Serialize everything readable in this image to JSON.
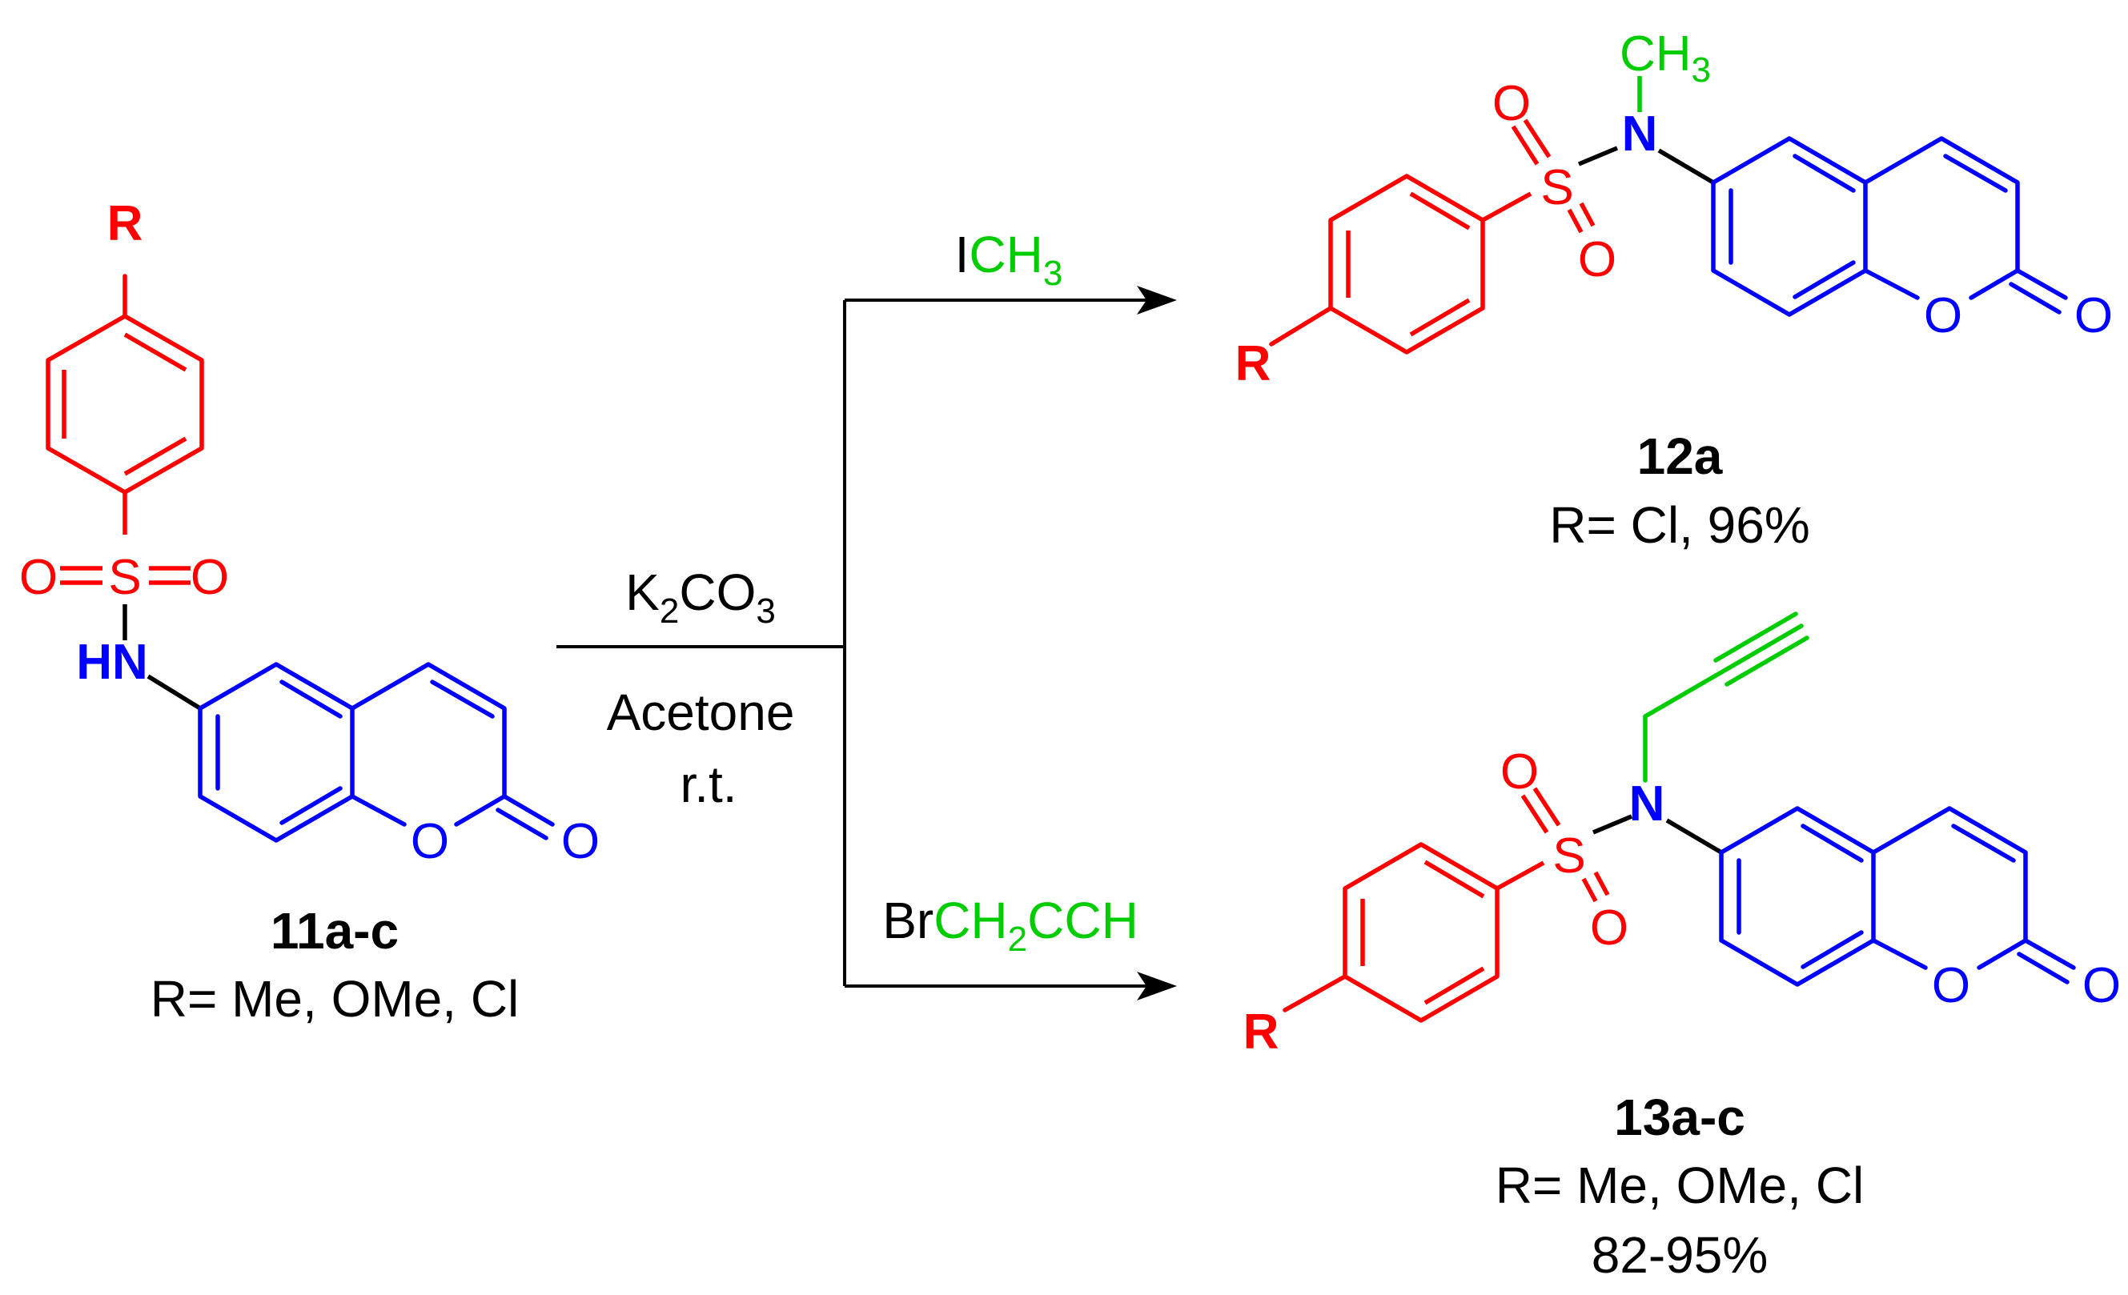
{
  "colors": {
    "red": "#ff0000",
    "blue": "#0000ff",
    "green": "#00cc00",
    "black": "#000000"
  },
  "compound_11": {
    "r_label": "R",
    "o_left": "O",
    "s": "S",
    "o_right": "O",
    "nh": "HN",
    "ring_o": "O",
    "carbonyl_o": "O",
    "id": "11a-c",
    "substituents": "R= Me, OMe, Cl"
  },
  "conditions": {
    "reagent_main": "K",
    "reagent_sub2": "2",
    "reagent_mid": "CO",
    "reagent_sub3": "3",
    "solvent": "Acetone",
    "temperature": "r.t."
  },
  "branch_top": {
    "reagent_i": "I",
    "reagent_ch": "CH",
    "reagent_sub": "3"
  },
  "branch_bottom": {
    "reagent_br": "Br",
    "reagent_ch": "CH",
    "reagent_sub": "2",
    "reagent_cch": "CCH"
  },
  "compound_12": {
    "r_label": "R",
    "s": "S",
    "o_top": "O",
    "o_bottom": "O",
    "n": "N",
    "methyl": "CH",
    "methyl_sub": "3",
    "ring_o": "O",
    "carbonyl_o": "O",
    "id": "12a",
    "substituents": "R= Cl, 96%"
  },
  "compound_13": {
    "r_label": "R",
    "s": "S",
    "o_top": "O",
    "o_bottom": "O",
    "n": "N",
    "ring_o": "O",
    "carbonyl_o": "O",
    "id": "13a-c",
    "substituents": "R= Me, OMe, Cl",
    "yield": "82-95%"
  }
}
